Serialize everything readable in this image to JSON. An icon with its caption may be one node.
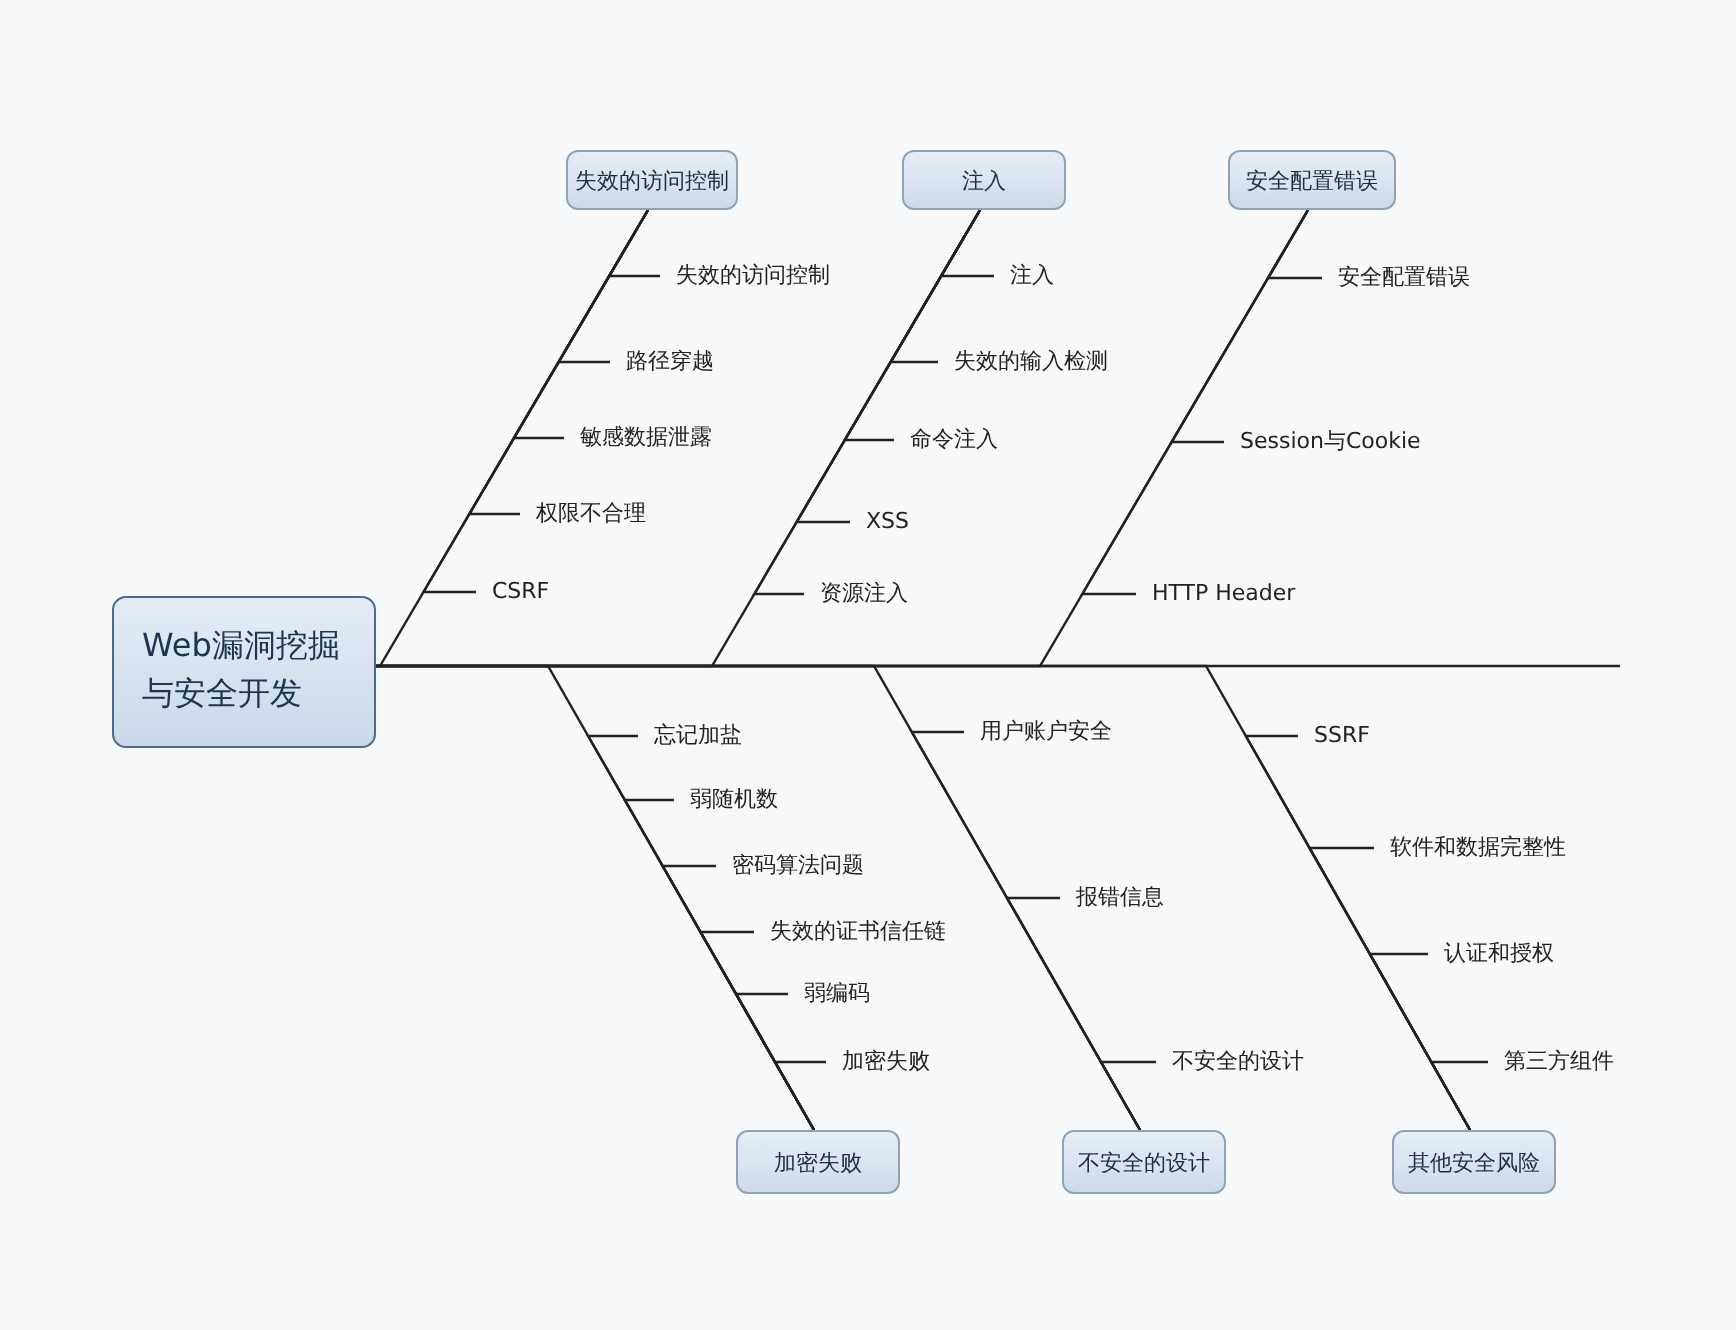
{
  "diagram": {
    "nodes": [
      {
        "text": [
          "Web漏洞挖掘与安全开发"
        ]
      },
      {
        "text": [
          "失效的访问控制"
        ]
      },
      {
        "text": [
          "失效的访问控制"
        ]
      },
      {
        "text": [
          "路径穿越"
        ]
      },
      {
        "text": [
          "敏感数据泄露"
        ]
      },
      {
        "text": [
          "权限不合理"
        ]
      },
      {
        "text": [
          "CSRF"
        ]
      },
      {
        "text": [
          "注入"
        ]
      },
      {
        "text": [
          "注入"
        ]
      },
      {
        "text": [
          "失效的输入检测"
        ]
      },
      {
        "text": [
          "命令注入"
        ]
      },
      {
        "text": [
          "XSS"
        ]
      },
      {
        "text": [
          "资源注入"
        ]
      },
      {
        "text": [
          "安全配置错误"
        ]
      },
      {
        "text": [
          "安全配置错误"
        ]
      },
      {
        "text": [
          "Session与Cookie"
        ]
      },
      {
        "text": [
          "HTTP Header"
        ]
      },
      {
        "text": [
          "加密失败"
        ]
      },
      {
        "text": [
          "忘记加盐"
        ]
      },
      {
        "text": [
          "弱随机数"
        ]
      },
      {
        "text": [
          "密码算法问题"
        ]
      },
      {
        "text": [
          "失效的证书信任链"
        ]
      },
      {
        "text": [
          "弱编码"
        ]
      },
      {
        "text": [
          "加密失败"
        ]
      },
      {
        "text": [
          "不安全的设计"
        ]
      },
      {
        "text": [
          "用户账户安全"
        ]
      },
      {
        "text": [
          "报错信息"
        ]
      },
      {
        "text": [
          "不安全的设计"
        ]
      },
      {
        "text": [
          "其他安全风险"
        ]
      },
      {
        "text": [
          "SSRF"
        ]
      },
      {
        "text": [
          "软件和数据完整性"
        ]
      },
      {
        "text": [
          "认证和授权"
        ]
      },
      {
        "text": [
          "第三方组件"
        ]
      }
    ],
    "edges": [
      {
        "from": 1,
        "to": 0,
        "arrow": "none"
      },
      {
        "from": 2,
        "to": 1,
        "arrow": "none"
      },
      {
        "from": 3,
        "to": 1,
        "arrow": "none"
      },
      {
        "from": 4,
        "to": 1,
        "arrow": "none"
      },
      {
        "from": 5,
        "to": 1,
        "arrow": "none"
      },
      {
        "from": 6,
        "to": 1,
        "arrow": "none"
      },
      {
        "from": 7,
        "to": 0,
        "arrow": "none"
      },
      {
        "from": 8,
        "to": 7,
        "arrow": "none"
      },
      {
        "from": 9,
        "to": 7,
        "arrow": "none"
      },
      {
        "from": 10,
        "to": 7,
        "arrow": "none"
      },
      {
        "from": 11,
        "to": 7,
        "arrow": "none"
      },
      {
        "from": 12,
        "to": 7,
        "arrow": "none"
      },
      {
        "from": 13,
        "to": 0,
        "arrow": "none"
      },
      {
        "from": 14,
        "to": 13,
        "arrow": "none"
      },
      {
        "from": 15,
        "to": 13,
        "arrow": "none"
      },
      {
        "from": 16,
        "to": 13,
        "arrow": "none"
      },
      {
        "from": 17,
        "to": 0,
        "arrow": "none"
      },
      {
        "from": 18,
        "to": 17,
        "arrow": "none"
      },
      {
        "from": 19,
        "to": 17,
        "arrow": "none"
      },
      {
        "from": 20,
        "to": 17,
        "arrow": "none"
      },
      {
        "from": 21,
        "to": 17,
        "arrow": "none"
      },
      {
        "from": 22,
        "to": 17,
        "arrow": "none"
      },
      {
        "from": 23,
        "to": 17,
        "arrow": "none"
      },
      {
        "from": 24,
        "to": 0,
        "arrow": "none"
      },
      {
        "from": 25,
        "to": 24,
        "arrow": "none"
      },
      {
        "from": 26,
        "to": 24,
        "arrow": "none"
      },
      {
        "from": 27,
        "to": 24,
        "arrow": "none"
      },
      {
        "from": 28,
        "to": 0,
        "arrow": "none"
      },
      {
        "from": 29,
        "to": 28,
        "arrow": "none"
      },
      {
        "from": 30,
        "to": 28,
        "arrow": "none"
      },
      {
        "from": 31,
        "to": 28,
        "arrow": "none"
      },
      {
        "from": 32,
        "to": 28,
        "arrow": "none"
      }
    ]
  }
}
